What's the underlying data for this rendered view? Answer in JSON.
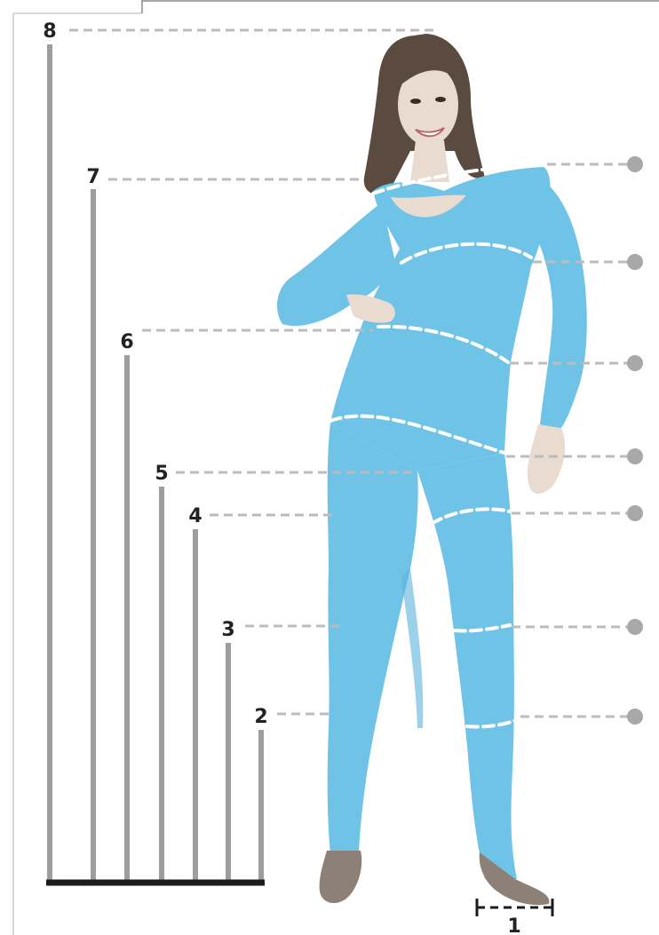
{
  "height_markers": [
    "1",
    "2",
    "3",
    "4",
    "5",
    "6",
    "7",
    "8"
  ],
  "colors": {
    "bar": "#9e9e9e",
    "base": "#1c1c1c",
    "leader": "#bcbcbc",
    "dot": "#a8a8a8",
    "suit": "#6fc3e6",
    "suit_shade": "#5bb3da",
    "skin": "#eadbd0",
    "hair": "#5a4a40",
    "shoe": "#8c8077",
    "tape": "#ffffff",
    "frame": "#d8d8d8"
  },
  "icons": {
    "figure": "female-figure-bodysuit",
    "girth_marker": "grey-dot"
  }
}
